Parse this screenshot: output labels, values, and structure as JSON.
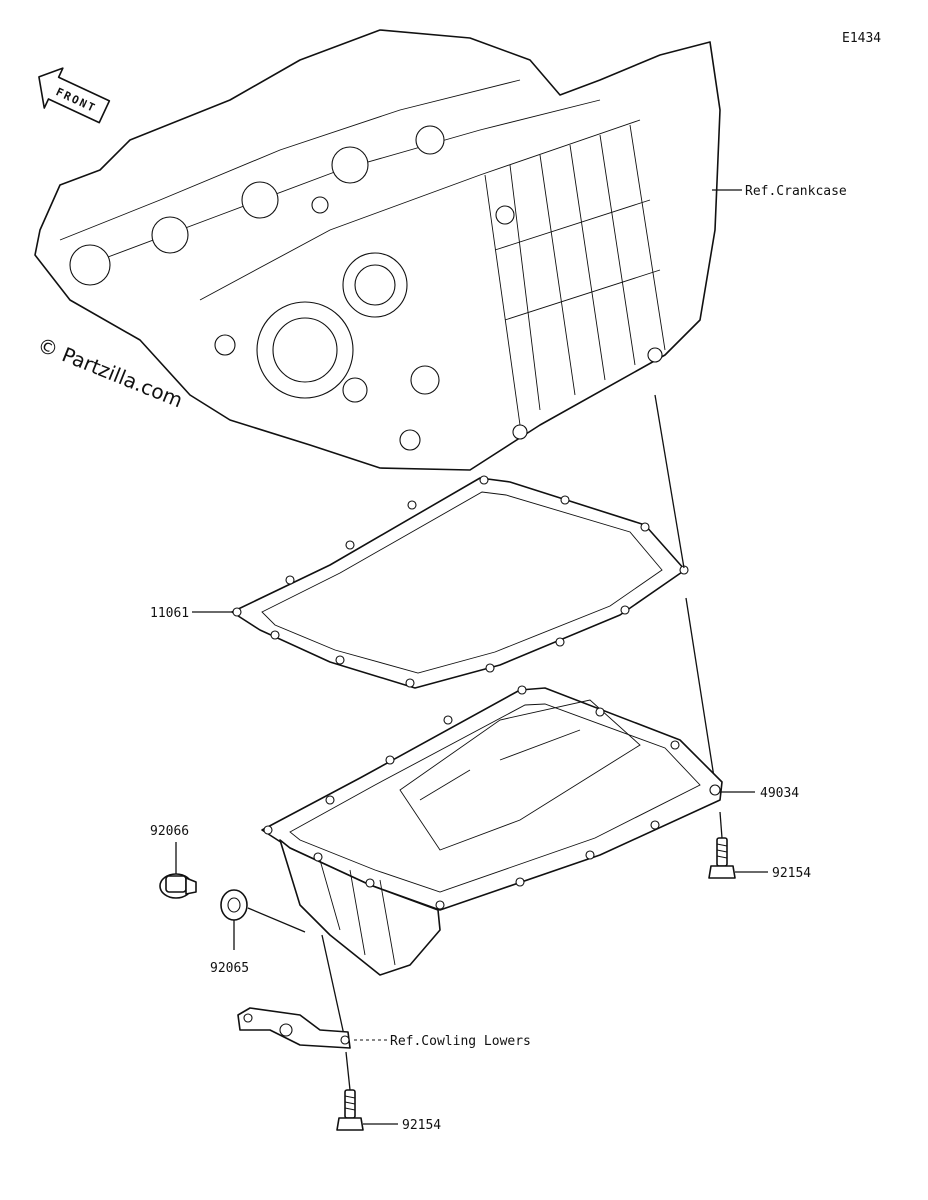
{
  "diagram_code": "E1434",
  "watermark": "© Partzilla.com",
  "front_badge": "FRONT",
  "labels": {
    "ref_crankcase": "Ref.Crankcase",
    "gasket": "11061",
    "oil_pan": "49034",
    "bolt_upper": "92154",
    "drain_plug": "92066",
    "washer": "92065",
    "ref_cowling": "Ref.Cowling Lowers",
    "bolt_lower": "92154"
  }
}
